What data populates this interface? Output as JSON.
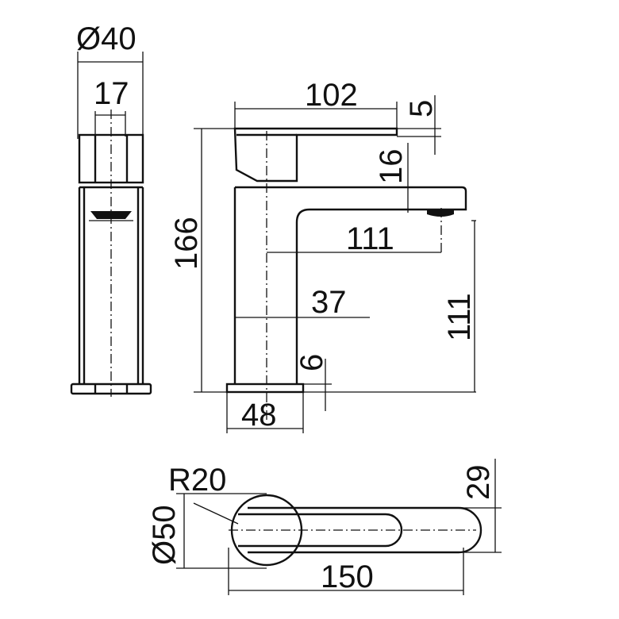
{
  "dimensions": {
    "side_diameter": "Ø40",
    "side_width": "17",
    "total_reach": "102",
    "lever_thickness": "5",
    "spout_thickness": "16",
    "overall_height": "166",
    "spout_reach": "111",
    "body_offset": "37",
    "base_thickness": "6",
    "base_width": "48",
    "spout_height": "111",
    "plan_radius": "R20",
    "plan_diameter": "Ø50",
    "plan_width": "29",
    "plan_length": "150"
  }
}
